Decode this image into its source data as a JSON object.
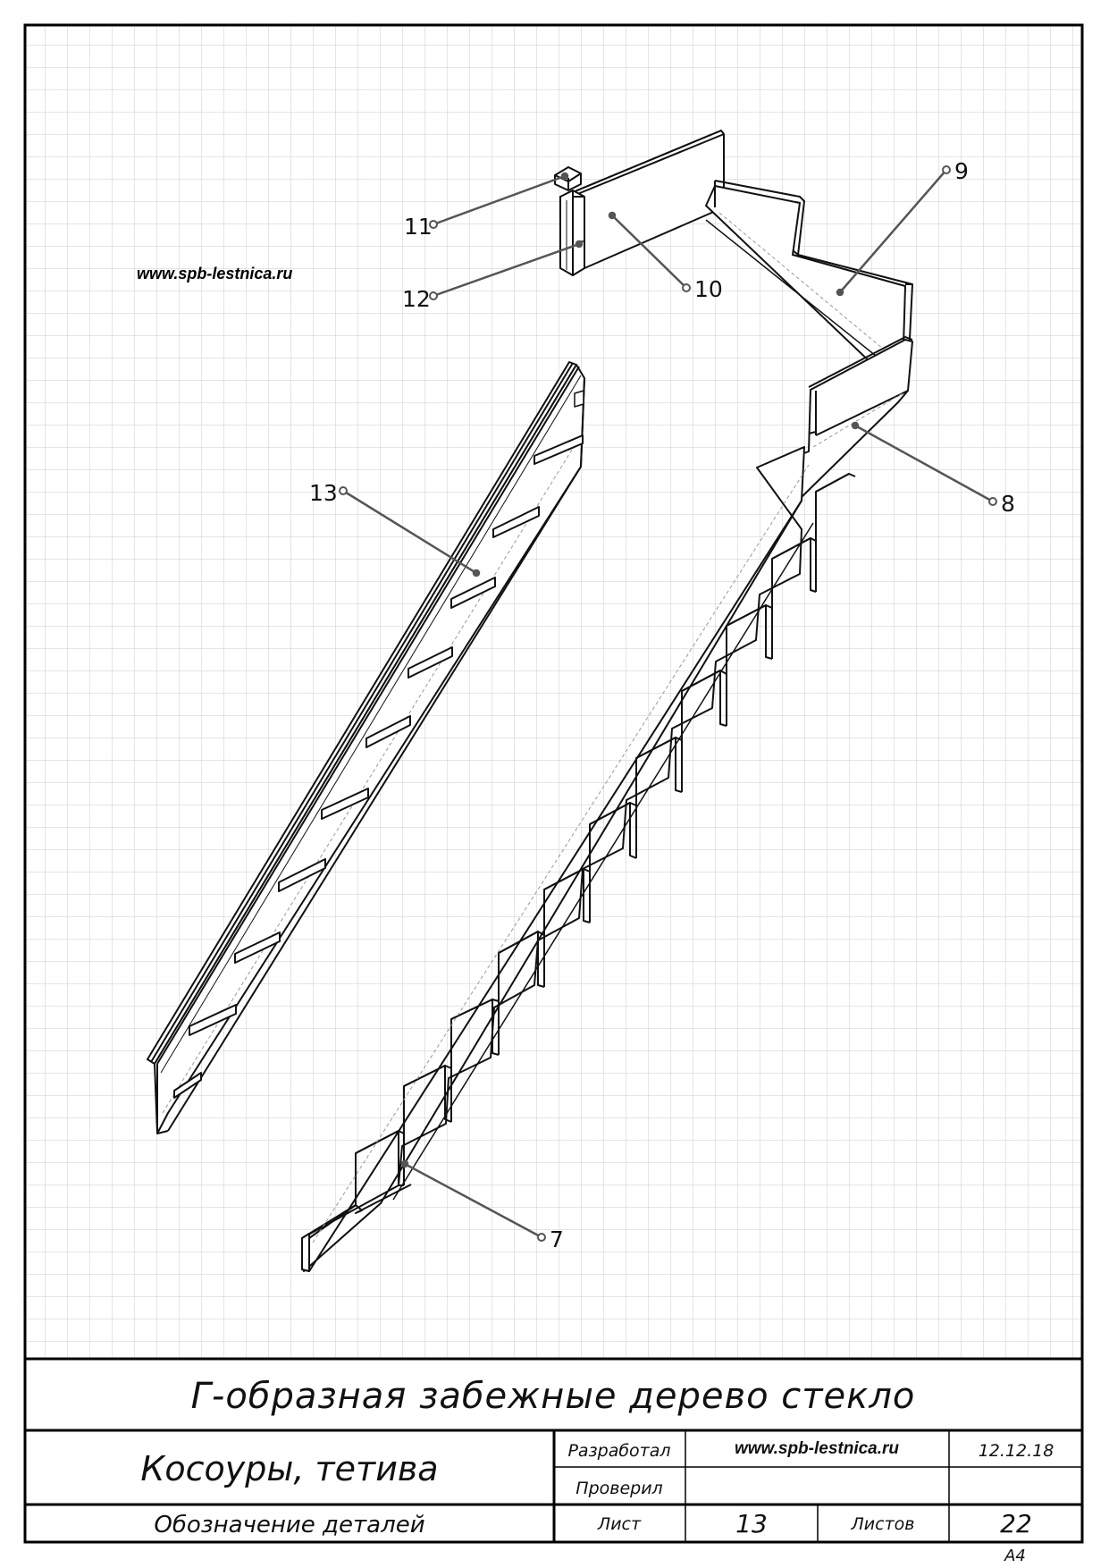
{
  "website": "www.spb-lestnica.ru",
  "callouts": [
    {
      "label": "11"
    },
    {
      "label": "12"
    },
    {
      "label": "10"
    },
    {
      "label": "9"
    },
    {
      "label": "13"
    },
    {
      "label": "8"
    },
    {
      "label": "7"
    }
  ],
  "title_block": {
    "main_title": "Г-образная забежные дерево стекло",
    "drawing_name": "Косоуры, тетива",
    "designation": "Обозначение деталей",
    "developed_label": "Разработал",
    "developed_value": "www.spb-lestnica.ru",
    "date": "12.12.18",
    "checked_label": "Проверил",
    "checked_value": "",
    "sheet_label": "Лист",
    "sheet_number": "13",
    "sheets_label": "Листов",
    "sheets_total": "22",
    "format": "A4"
  }
}
